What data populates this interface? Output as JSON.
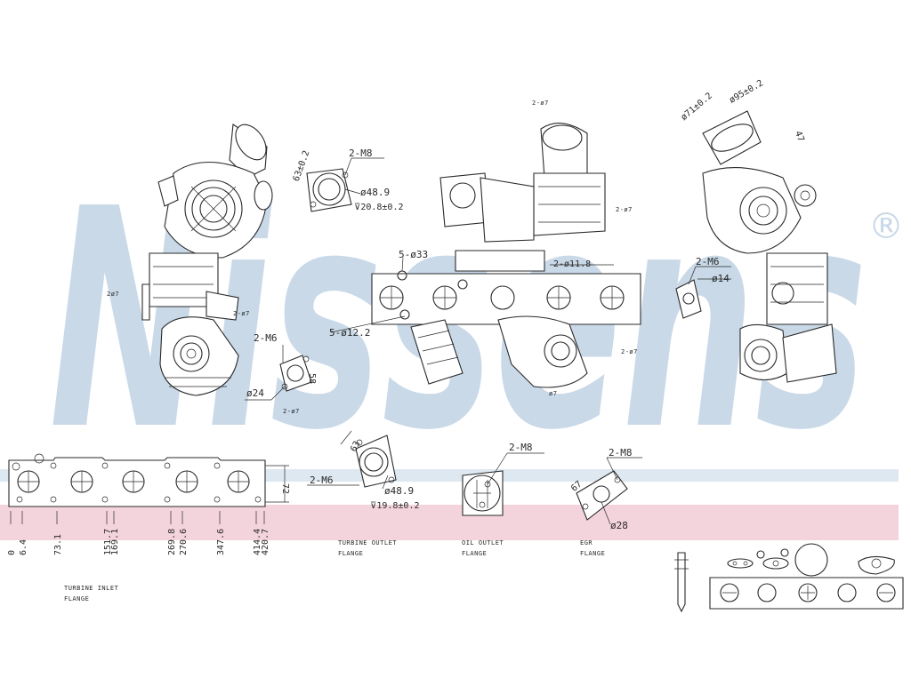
{
  "brand": {
    "watermark": "Nissens",
    "registered": "®",
    "watermark_color": "#c9d9e8",
    "band_blue": "#dde8f1",
    "band_pink": "#f4d4dc"
  },
  "labels": {
    "turbine_inlet_flange": "TURBINE INLET\nFLANGE",
    "turbine_outlet_flange": "TURBINE OUTLET\nFLANGE",
    "oil_outlet_flange": "OIL OUTLET\nFLANGE",
    "egr_flange": "EGR\nFLANGE"
  },
  "dimensions": {
    "top_m8": "2-M8",
    "top_dia": "ø48.9",
    "top_depth": "⊽20.8±0.2",
    "top_angle": "63±0.2",
    "holes_5": "5-ø33",
    "holes_5_small": "5-ø12.2",
    "bolt_41": "2-ø11.8",
    "side_m6": "2-M6",
    "side_m6_dia": "ø14",
    "mid_m6": "2-M6",
    "mid_dia": "ø24",
    "mid_58": "58",
    "right_dia_top": "ø71±0.2",
    "right_dia_top2": "ø95±0.2",
    "right_angle": "47",
    "flange_vals": [
      "0",
      "6.4",
      "73.1",
      "151.7",
      "169.1",
      "269.8",
      "270.6",
      "347.6",
      "414.4",
      "420.7"
    ],
    "flange_h": "72",
    "to_m6": "2-M6",
    "to_63": "63",
    "to_dia": "ø48.9",
    "to_depth": "⊽19.8±0.2",
    "oil_m8": "2-M8",
    "egr_m8": "2-M8",
    "egr_67": "67",
    "egr_dia": "ø28"
  }
}
